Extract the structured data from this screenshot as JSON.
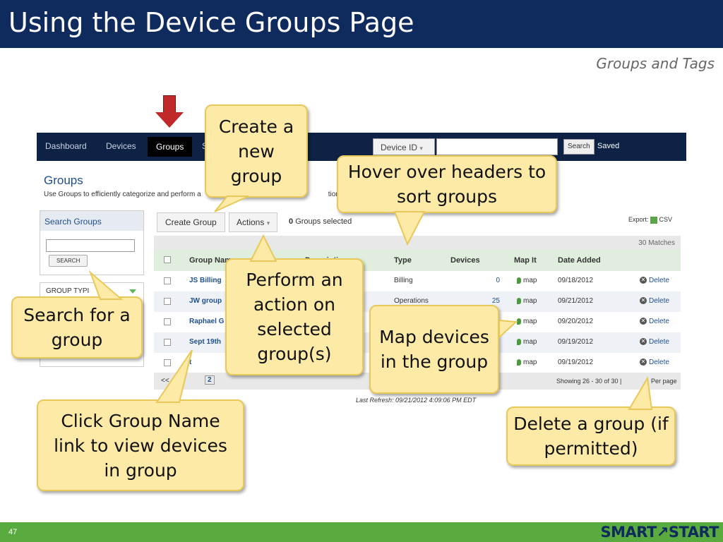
{
  "slide": {
    "title": "Using the Device Groups Page",
    "subtitle": "Groups and Tags",
    "page_number": "47",
    "brand": "SMART↗START"
  },
  "nav": {
    "items": [
      "Dashboard",
      "Devices",
      "Groups",
      "S"
    ],
    "active": "Groups",
    "search_select": "Device ID",
    "search_button": "Search",
    "saved_link": "Saved"
  },
  "page": {
    "heading": "Groups",
    "description": "Use Groups to efficiently categorize and perform a",
    "description_tail": "tions of De"
  },
  "sidebar": {
    "search_title": "Search Groups",
    "search_button": "SEARCH",
    "group_type_label": "GROUP TYPI"
  },
  "toolbar": {
    "create_label": "Create Group",
    "actions_label": "Actions",
    "selected_count": "0",
    "selected_text": "Groups selected",
    "export_label": "Export",
    "csv_label": "CSV"
  },
  "matches_text": "30 Matches",
  "table": {
    "headers": [
      "Group Name",
      "Description",
      "Type",
      "Devices",
      "Map It",
      "Date Added"
    ],
    "rows": [
      {
        "name": "JS Billing",
        "type": "Billing",
        "devices": "0",
        "map": "map",
        "date": "09/18/2012",
        "delete": "Delete"
      },
      {
        "name": "JW group",
        "type": "Operations",
        "devices": "25",
        "map": "map",
        "date": "09/21/2012",
        "delete": "Delete"
      },
      {
        "name": "Raphael G",
        "type": "",
        "devices": "",
        "map": "map",
        "date": "09/20/2012",
        "delete": "Delete"
      },
      {
        "name": "Sept 19th",
        "type": "",
        "devices": "",
        "map": "map",
        "date": "09/19/2012",
        "delete": "Delete"
      },
      {
        "name": "t",
        "type": "",
        "devices": "",
        "map": "map",
        "date": "09/19/2012",
        "delete": "Delete"
      }
    ]
  },
  "pager": {
    "prev": "<<",
    "page": "2",
    "status": "Showing 26 - 30 of 30 |",
    "per_page": "Per page"
  },
  "last_refresh": "Last Refresh: 09/21/2012 4:09:06 PM EDT",
  "callouts": {
    "create": "Create a new group",
    "hover": "Hover over headers to sort groups",
    "search": "Search for a group",
    "action": "Perform an action on selected group(s)",
    "map": "Map devices in the group",
    "click": "Click Group Name link to view devices in group",
    "delete": "Delete a group (if permitted)"
  }
}
